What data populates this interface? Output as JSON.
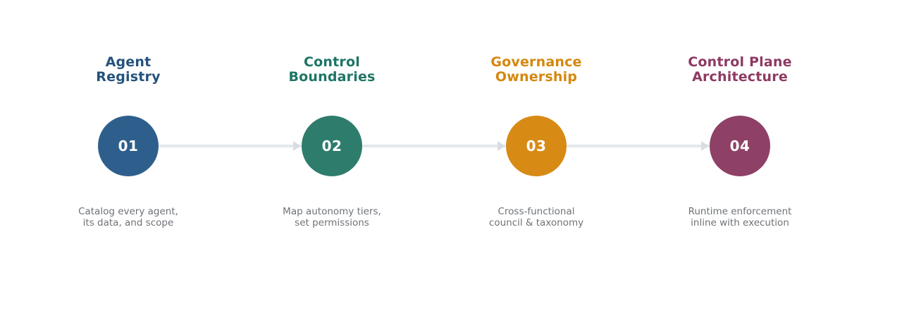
{
  "diagram": {
    "background_color": "#ffffff",
    "connector_color": "#E4E7EC",
    "arrowhead_color": "#D9DDE3",
    "number_color": "#FFFFFF",
    "description_color": "#6E7277",
    "steps": [
      {
        "number": "01",
        "title": "Agent\nRegistry",
        "description": "Catalog every agent,\nits data, and scope",
        "title_color": "#24527D",
        "circle_color": "#2E5F8C"
      },
      {
        "number": "02",
        "title": "Control\nBoundaries",
        "description": "Map autonomy tiers,\nset permissions",
        "title_color": "#1E7565",
        "circle_color": "#2E7D6C"
      },
      {
        "number": "03",
        "title": "Governance\nOwnership",
        "description": "Cross-functional\ncouncil & taxonomy",
        "title_color": "#D5870D",
        "circle_color": "#D78B14"
      },
      {
        "number": "04",
        "title": "Control Plane\nArchitecture",
        "description": "Runtime enforcement\ninline with execution",
        "title_color": "#8E3A62",
        "circle_color": "#8F4067"
      }
    ]
  }
}
